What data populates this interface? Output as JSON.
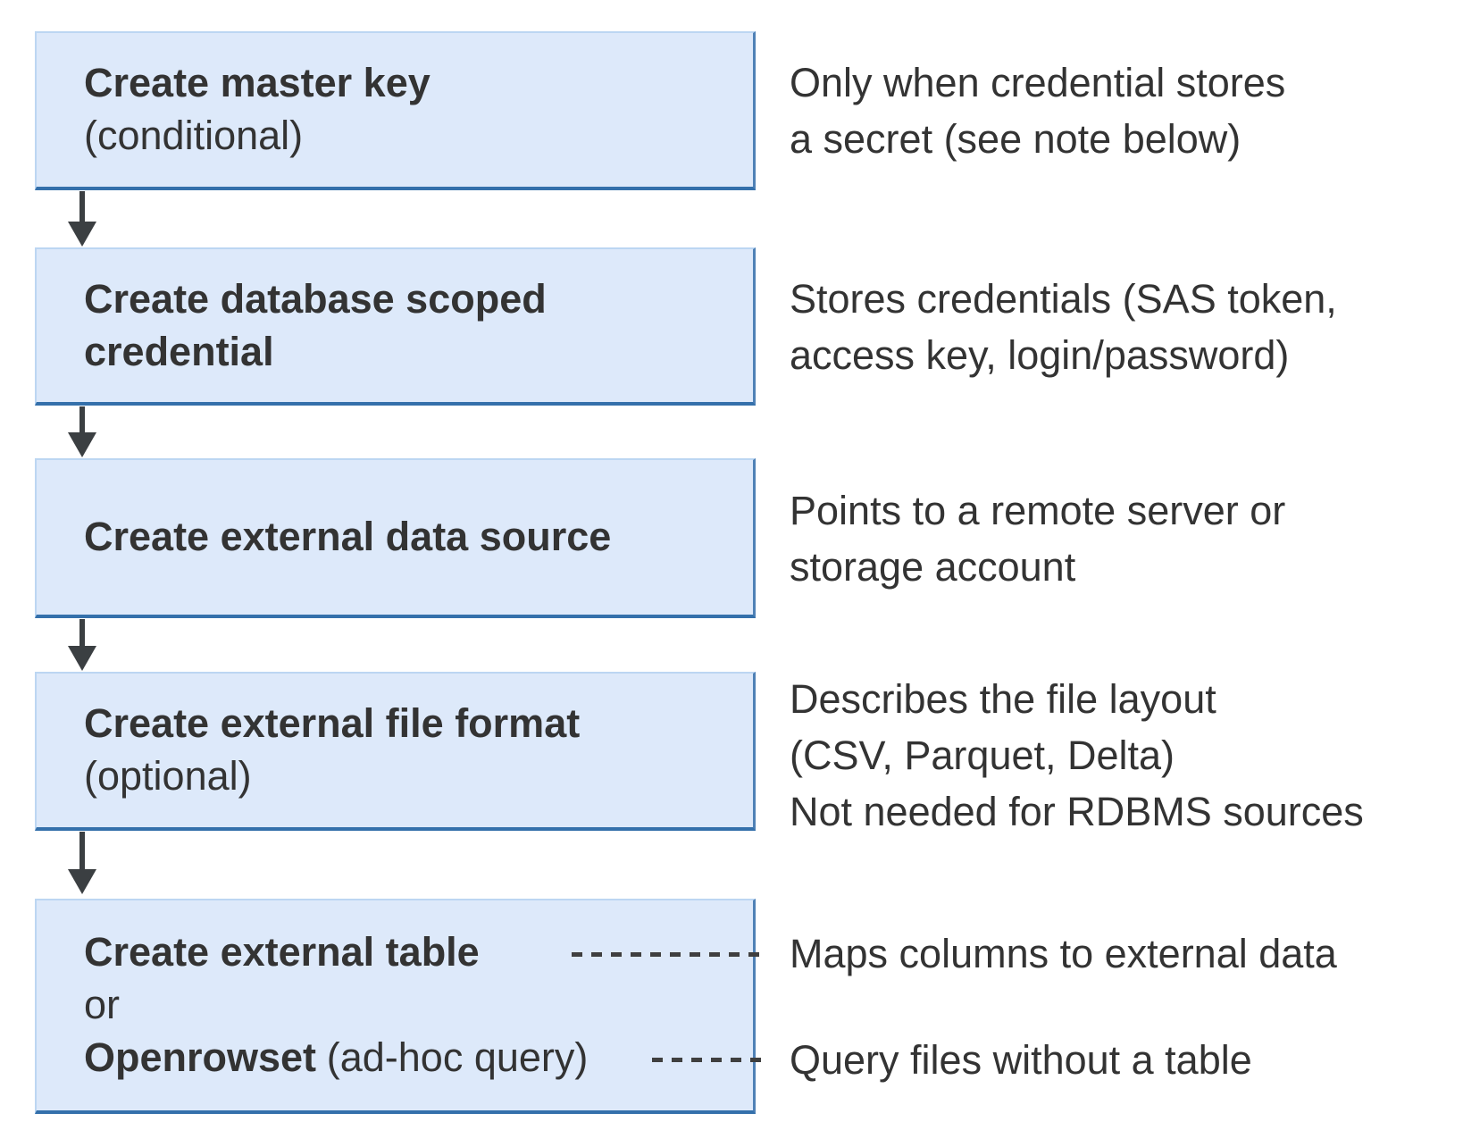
{
  "diagram": {
    "boxes": [
      {
        "title": "Create master key",
        "subtitle": "(conditional)"
      },
      {
        "title": "Create database scoped credential"
      },
      {
        "title": "Create external data source"
      },
      {
        "title": "Create external file format",
        "subtitle": "(optional)"
      },
      {
        "line1_bold": "Create external table",
        "line2": "or",
        "line3_bold": "Openrowset",
        "line3_regular": "(ad-hoc query)"
      }
    ],
    "notes": [
      {
        "lines": [
          "Only when credential stores",
          "a secret (see note below)"
        ]
      },
      {
        "lines": [
          "Stores credentials (SAS token,",
          "access key, login/password)"
        ]
      },
      {
        "lines": [
          "Points to a remote server or",
          "storage account"
        ]
      },
      {
        "lines": [
          "Describes the file layout",
          "(CSV, Parquet, Delta)",
          "Not needed for RDBMS sources"
        ]
      },
      {
        "lines": [
          "Maps columns to external data"
        ]
      },
      {
        "lines": [
          "Query files without a table"
        ]
      }
    ],
    "colors": {
      "box_fill": "#dde9fa",
      "box_border_light": "#bcd6f2",
      "box_border_right": "#4f81b6",
      "box_border_bottom": "#3470ab",
      "arrow": "#3b3f42",
      "dash": "#3f3f3f",
      "text_dark": "#333333"
    }
  }
}
